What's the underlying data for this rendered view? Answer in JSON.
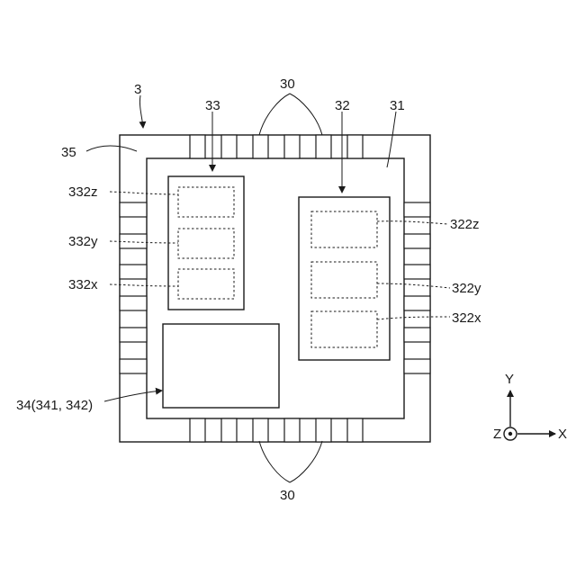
{
  "labels": {
    "package": "3",
    "terminals_top": "30",
    "terminals_bottom": "30",
    "substrate": "31",
    "sensor_32": "32",
    "sensor_33": "33",
    "resin": "35",
    "sensor_322z": "322z",
    "sensor_322y": "322y",
    "sensor_322x": "322x",
    "sensor_332z": "332z",
    "sensor_332y": "332y",
    "sensor_332x": "332x",
    "chip_34": "34(341, 342)"
  },
  "axes": {
    "y": "Y",
    "x": "X",
    "z": "Z"
  }
}
